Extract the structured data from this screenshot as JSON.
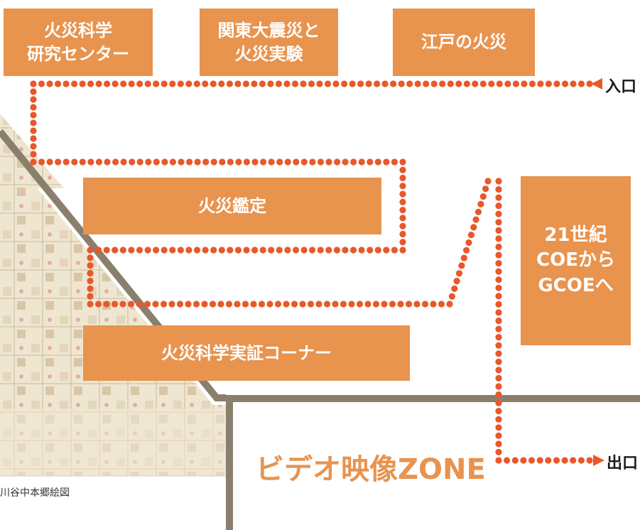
{
  "zones": {
    "fire_science_research_center": "火災科学\n研究センター",
    "great_kanto_earthquake": "関東大震災と\n火災実験",
    "edo_fires": "江戸の火災",
    "fire_appraisal": "火災鑑定",
    "fire_science_demonstration": "火災科学実証コーナー",
    "coe_to_gcoe": "21世紀\nCOEから\nGCOEへ",
    "video_zone": "ビデオ映像ZONE"
  },
  "labels": {
    "entrance": "入口",
    "exit": "出口"
  },
  "map_caption": "川谷中本郷絵図",
  "colors": {
    "zone_fill": "#e8934e",
    "path_dots": "#e8582a",
    "map_border": "#8a7f6d"
  }
}
